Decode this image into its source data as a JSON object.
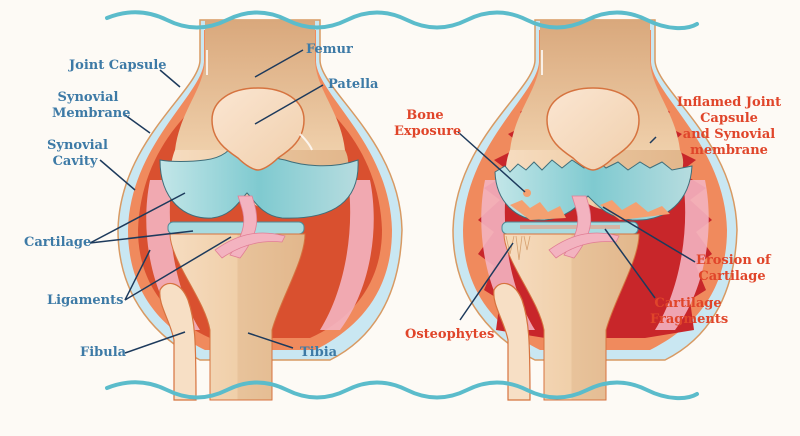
{
  "diagram": {
    "subject": "Knee joint: healthy vs. osteoarthritis",
    "colors": {
      "background": "#fdfaf5",
      "healthy_label": "#3d7aa6",
      "disease_label": "#e0452a",
      "leader_line": "#1d3a5c",
      "skin_wave": "#5bbccb",
      "bone": "#f0cfa9",
      "bone_dark": "#ddb088",
      "cartilage": "#9fd6da",
      "capsule_outer": "#c9e7f2",
      "synovial_membrane": "#f08a5d",
      "synovial_cavity": "#d9502f",
      "inflamed_membrane": "#c8262a",
      "ligament": "#f3b3c0"
    },
    "healthy_knee": {
      "labels": {
        "joint_capsule": "Joint Capsule",
        "synovial_membrane_l1": "Synovial",
        "synovial_membrane_l2": "Membrane",
        "synovial_cavity_l1": "Synovial",
        "synovial_cavity_l2": "Cavity",
        "cartilage": "Cartilage",
        "ligaments": "Ligaments",
        "fibula": "Fibula",
        "femur": "Femur",
        "patella": "Patella",
        "tibia": "Tibia"
      }
    },
    "arthritic_knee": {
      "labels": {
        "bone_exposure_l1": "Bone",
        "bone_exposure_l2": "Exposure",
        "osteophytes": "Osteophytes",
        "inflamed_l1": "Inflamed Joint",
        "inflamed_l2": "Capsule",
        "inflamed_l3": "and Synovial",
        "inflamed_l4": "membrane",
        "erosion_l1": "Erosion of",
        "erosion_l2": "Cartilage",
        "fragments_l1": "Cartilage",
        "fragments_l2": "Fragments"
      }
    }
  }
}
